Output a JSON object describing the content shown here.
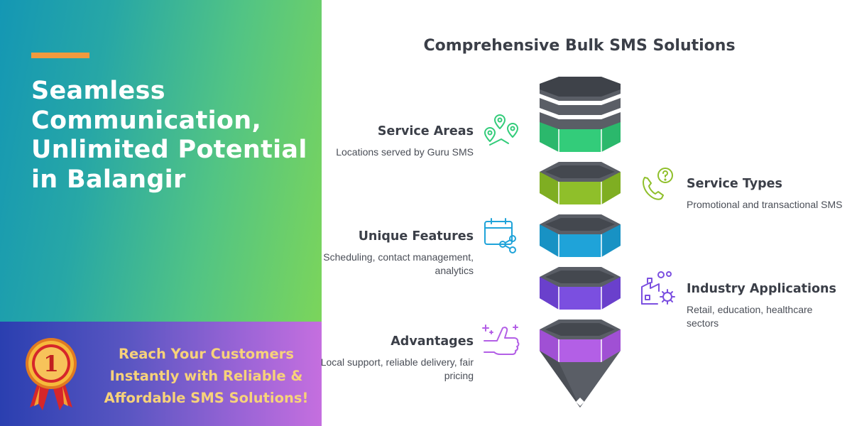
{
  "left_panel": {
    "headline": "Seamless Communication, Unlimited Potential in Balangir",
    "tagline": "Reach Your Customers Instantly with Reliable & Affordable SMS Solutions!",
    "medal_number": "1",
    "colors": {
      "accent": "#f19a3e",
      "tagline": "#f7d27a"
    }
  },
  "diagram": {
    "title": "Comprehensive Bulk SMS Solutions",
    "items": [
      {
        "title": "Service Areas",
        "description": "Locations served by Guru SMS",
        "icon": "location-pins-icon",
        "color": "#33cc7a"
      },
      {
        "title": "Service Types",
        "description": "Promotional and transactional SMS",
        "icon": "chat-phone-icon",
        "color": "#8fbf2a"
      },
      {
        "title": "Unique Features",
        "description": "Scheduling, contact management, analytics",
        "icon": "calendar-share-icon",
        "color": "#1fa3d9"
      },
      {
        "title": "Industry Applications",
        "description": "Retail, education, healthcare sectors",
        "icon": "factory-gear-icon",
        "color": "#7b4fe0"
      },
      {
        "title": "Advantages",
        "description": "Local support, reliable delivery, fair pricing",
        "icon": "thumbs-up-icon",
        "color": "#b35fe6"
      }
    ]
  }
}
